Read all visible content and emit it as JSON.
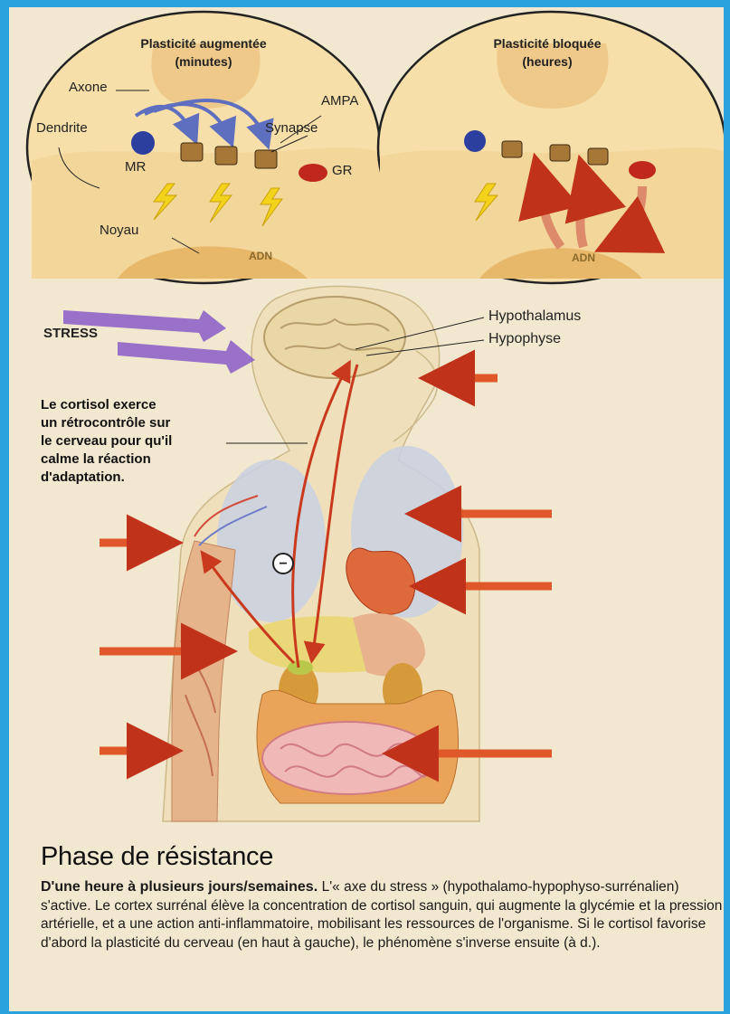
{
  "colors": {
    "background_frame": "#2aa3dc",
    "paper": "#f1e8cf",
    "arrow_red": "#e0572a",
    "stress_purple": "#8a5cc8",
    "lightning": "#f2d21b",
    "gr_receptor": "#c0281e",
    "mr_receptor": "#2c3f9f"
  },
  "circle_left": {
    "title_line1": "Plasticité augmentée",
    "title_line2": "(minutes)",
    "labels": {
      "axone": "Axone",
      "ampa": "AMPA",
      "dendrite": "Dendrite",
      "synapse": "Synapse",
      "mr": "MR",
      "gr": "GR",
      "noyau": "Noyau",
      "adn": "ADN"
    }
  },
  "circle_right": {
    "title_line1": "Plasticité bloquée",
    "title_line2": "(heures)",
    "labels": {
      "adn": "ADN"
    }
  },
  "body_diagram": {
    "stress_label": "STRESS",
    "hypothalamus_label": "Hypothalamus",
    "hypophyse_label": "Hypophyse",
    "feedback_sign": "−",
    "note_line1": "Le cortisol exerce",
    "note_line2": "un rétrocontrôle sur",
    "note_line3": "le cerveau pour qu'il",
    "note_line4": "calme la réaction",
    "note_line5": "d'adaptation."
  },
  "caption": {
    "heading": "Phase de résistance",
    "lead": "D'une heure à plusieurs jours/semaines.",
    "body": "L'« axe du stress » (hypothalamo-hypophyso-surrénalien) s'active. Le cortex surrénal élève la concentration de cortisol sanguin, qui augmente la glycémie et la pression artérielle, et a une action anti-inflammatoire, mobilisant les ressources de l'organisme. Si le cortisol favorise d'abord la plasticité du cerveau (en haut à gauche), le phénomène s'inverse ensuite (à d.)."
  }
}
